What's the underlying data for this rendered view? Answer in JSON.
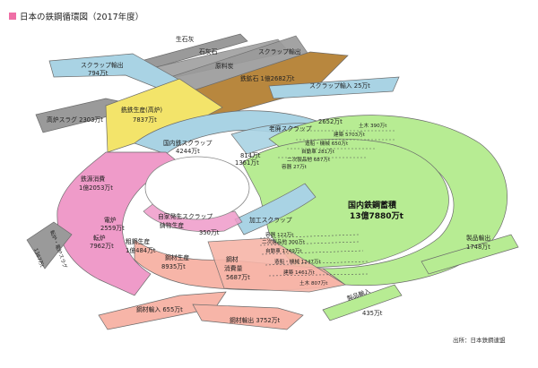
{
  "title": "日本の鉄鋼循環図（2017年度）",
  "source": "出所：日本鉄鋼連盟",
  "colors": {
    "pig_iron": "#f3e46a",
    "scrap": "#a9d3e4",
    "stock": "#b7ec93",
    "consumption": "#ef9bc9",
    "product": "#f7b5a8",
    "ore": "#b8873e",
    "gray": "#9a9a9a",
    "title_square": "#ef6fa6"
  },
  "labels": {
    "limestone": "生石灰",
    "limestone2": "石灰石",
    "coal": "原料炭",
    "scrap_export_top": "スクラップ輸出",
    "iron_ore": "鉄鉱石 1億2682万t",
    "scrap_export_name": "スクラップ輸出",
    "scrap_export_value": "794万t",
    "scrap_import": "スクラップ輸入 25万t",
    "slag": "高炉スラグ 2303万t",
    "pig_iron_name": "銑鉄生産(高炉)",
    "pig_iron_value": "7837万t",
    "domestic_scrap_name": "国内鉄スクラップ",
    "domestic_scrap_value": "4244万t",
    "old_scrap_name": "老廃スクラップ",
    "old_scrap_value": "2652万t",
    "civil_top": "土木 390万t",
    "building_top": "建築 5703万t",
    "machinery_top": "造船・機械 650万t",
    "auto_top": "自動車 281万t",
    "secondary_top": "二次製品他 687万t",
    "other_top": "容器 27万t",
    "v1361": "1361万t",
    "v814": "814万t",
    "iron_consumption_name": "鉄源消費",
    "iron_consumption_value": "1億2053万t",
    "home_scrap": "自家発生スクラップ",
    "home_scrap_sub": "鋳物生産",
    "home_scrap_value": "350万t",
    "processing_scrap": "加工スクラップ",
    "stock_name": "国内鉄鋼蓄積",
    "stock_value": "13億7880万t",
    "eaf_name": "電炉",
    "eaf_value": "2559万t",
    "converter_name": "転炉",
    "converter_value": "7962万t",
    "crude_name": "粗鋼生産",
    "crude_value": "1億484万t",
    "steel_prod_name": "鋼材生産",
    "steel_prod_value": "8935万t",
    "steel_cons_name": "鋼材",
    "steel_cons_name2": "消費量",
    "steel_cons_value": "5687万t",
    "b_container": "容器 122万t",
    "b_secondary": "二次製品他 300万t",
    "b_auto": "自動車 1749万t",
    "b_machinery": "造船・機械 1247万t",
    "b_building": "建築 1461万t",
    "b_civil": "土木 807万t",
    "slag2": "転炉・電炉スラグ",
    "slag2_value": "1367万t",
    "steel_import": "鋼材輸入 655万t",
    "steel_export": "鋼材輸出 3752万t",
    "product_import_name": "製品輸入",
    "product_import_value": "435万t",
    "product_export_name": "製品輸出",
    "product_export_value": "1748万t"
  }
}
